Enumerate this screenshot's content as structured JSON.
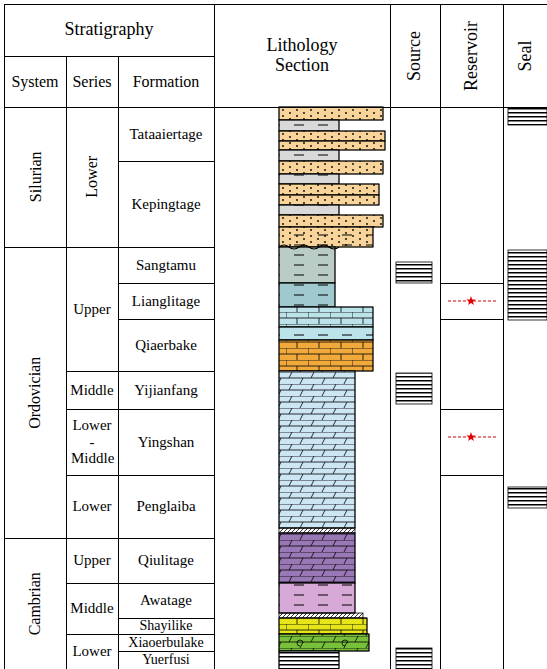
{
  "diagram": {
    "labels": [
      "Stratigraphy",
      "Lithology Section",
      "Source",
      "Reservoir",
      "Seal",
      "System",
      "Series",
      "Formation",
      "Silurian",
      "Lower",
      "Tataaiertage",
      "Kepingtage",
      "Ordovician",
      "Upper",
      "Sangtamu",
      "Lianglitage",
      "Qiaerbake",
      "Middle",
      "Yijianfang",
      "Lower - Middle",
      "Yingshan",
      "Lower",
      "Penglaiba",
      "Cambrian",
      "Upper",
      "Qiulitage",
      "Middle",
      "Awatage",
      "Shayilike",
      "Lower",
      "Xiaoerbulake",
      "Yuerfusi"
    ]
  }
}
